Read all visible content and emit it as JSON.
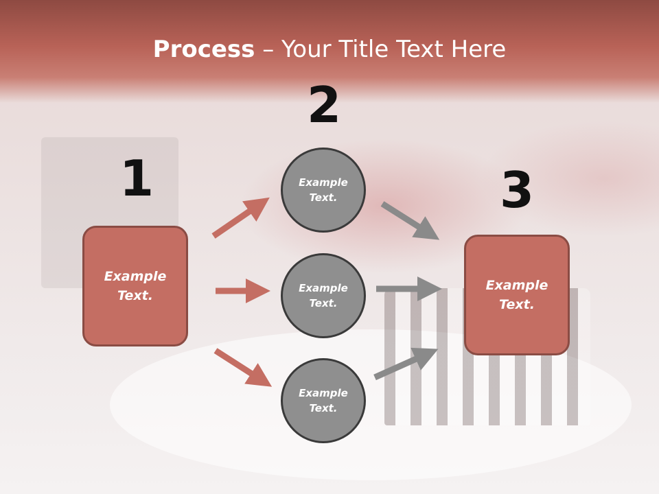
{
  "title": {
    "bold": "Process",
    "dash": " – ",
    "rest": "Your Title Text Here"
  },
  "steps": [
    {
      "number": "1",
      "text": "Example Text."
    },
    {
      "number": "2",
      "text": "Example Text."
    },
    {
      "number": "3",
      "text": "Example Text."
    }
  ],
  "circles": [
    {
      "text": "Example Text."
    },
    {
      "text": "Example Text."
    },
    {
      "text": "Example Text."
    }
  ],
  "colors": {
    "accent": "#c46e63",
    "header": "#b86257",
    "circle": "#8f8f8f",
    "arrow_red": "#c46e63",
    "arrow_gray": "#8a8a8a"
  }
}
